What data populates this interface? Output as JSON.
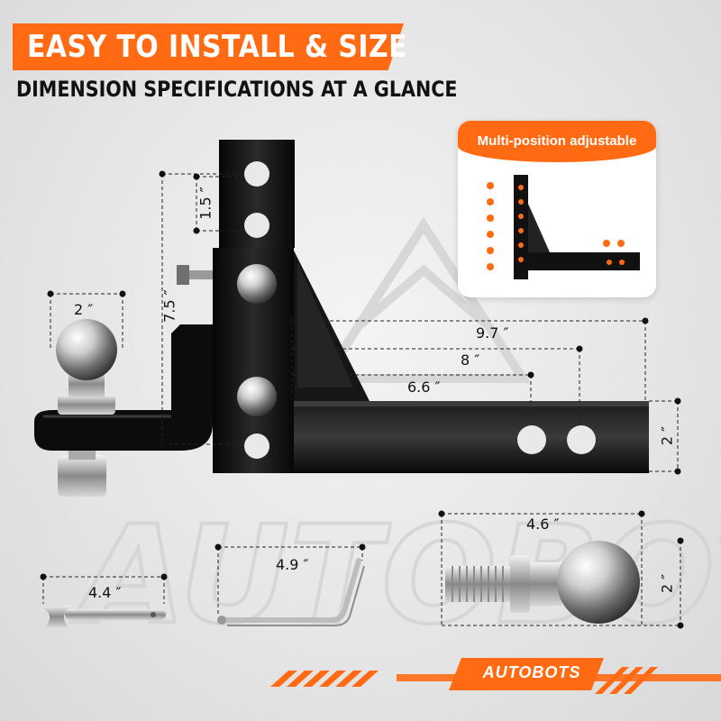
{
  "header": {
    "title": "EASY TO INSTALL & SIZE",
    "subtitle": "DIMENSION SPECIFICATIONS AT A GLANCE"
  },
  "inset": {
    "title": "Multi-position adjustable"
  },
  "dimensions": {
    "hole_spacing": "1.5 ″",
    "total_height": "7.5 ″",
    "ball_diameter": "2 ″",
    "shank_length_long": "9.7 ″",
    "hole_to_end_far": "8 ″",
    "hole_to_end_near": "6.6 ″",
    "shank_height": "2 ″",
    "pin_length": "4.4 ″",
    "clip_pin_length": "4.9 ″",
    "ball_length": "4.6 ″",
    "ball_height": "2 ″"
  },
  "brand": {
    "name": "AUTOBOTS"
  },
  "colors": {
    "accent": "#ff6a13",
    "steel_black": "#141414",
    "background": "#e6e6e6"
  }
}
